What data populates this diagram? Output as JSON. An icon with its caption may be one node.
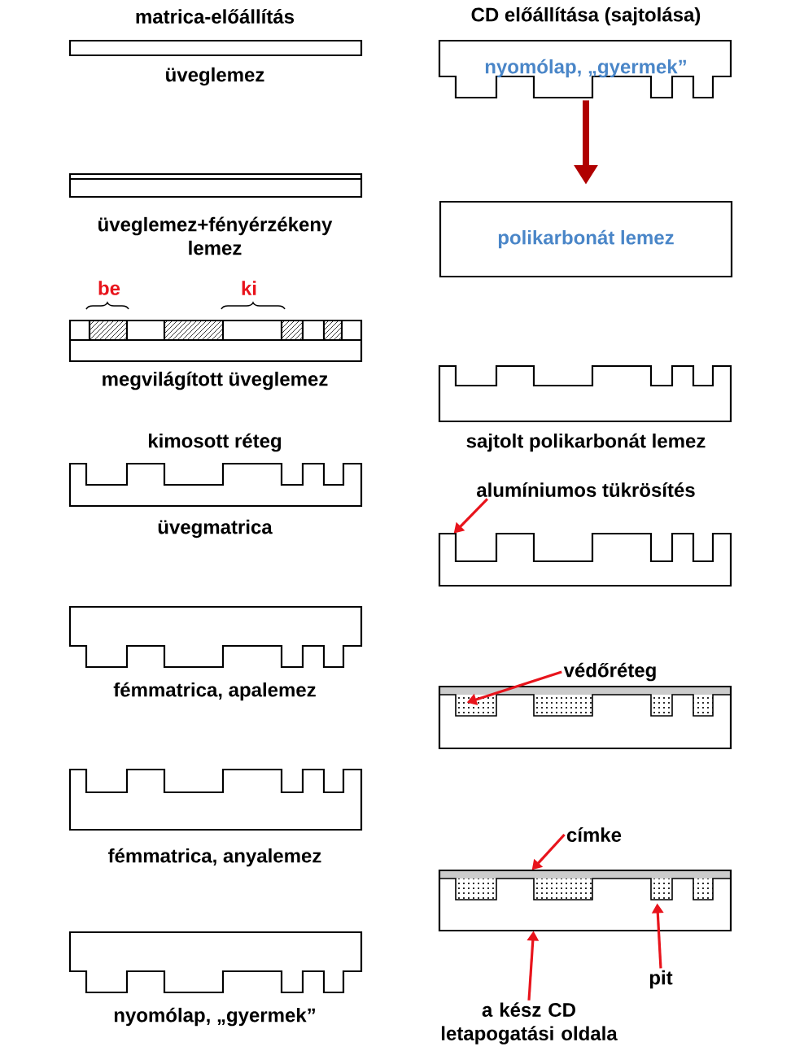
{
  "diagram": {
    "nodes": [
      {
        "text": [
          "nyomólap, „gyermek”"
        ]
      },
      {
        "text": [
          "polikarbonát lemez"
        ]
      },
      {
        "text": [
          "alumíniumos tükrösítés"
        ]
      },
      {
        "text": [
          "védőréteg"
        ]
      },
      {
        "text": [
          "címke"
        ]
      },
      {
        "text": [
          "pit"
        ]
      },
      {
        "text": [
          "a kész CD letapogatási oldala"
        ]
      },
      {
        "text": [],
        "shape": "picture"
      },
      {
        "text": [],
        "shape": "picture"
      },
      {
        "text": [],
        "shape": "picture"
      }
    ],
    "edges": [
      {
        "from": 0,
        "to": 1,
        "arrow": "to",
        "style": "thick",
        "color": "#b00000"
      },
      {
        "from": 2,
        "to": 7,
        "arrow": "to"
      },
      {
        "from": 3,
        "to": 8,
        "arrow": "to"
      },
      {
        "from": 4,
        "to": 9,
        "arrow": "to"
      },
      {
        "from": 5,
        "to": 9,
        "arrow": "to"
      },
      {
        "from": 6,
        "to": 9,
        "arrow": "to"
      }
    ],
    "labels": [
      "matrica-előállítás",
      "CD előállítása (sajtolása)",
      "üveglemez",
      "üveglemez+fényérzékeny lemez",
      "be",
      "ki",
      "megvilágított üveglemez",
      "sajtolt polikarbonát lemez",
      "kimosott réteg",
      "üvegmatrica",
      "fémmatrica, apalemez",
      "fémmatrica, anyalemez",
      "nyomólap, „gyermek”"
    ]
  }
}
